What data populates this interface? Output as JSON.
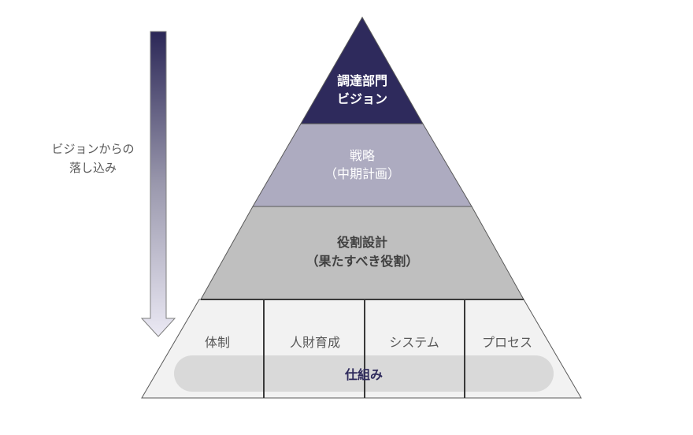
{
  "arrow": {
    "label_line1": "ビジョンからの",
    "label_line2": "落し込み"
  },
  "pyramid": {
    "tier1": {
      "line1": "調達部門",
      "line2": "ビジョン",
      "color": "#2e2a5c"
    },
    "tier2": {
      "line1": "戦略",
      "line2": "（中期計画）",
      "color": "#adabc0"
    },
    "tier3": {
      "line1": "役割設計",
      "line2": "（果たすべき役割）",
      "color": "#bfbfbf"
    },
    "tier4": {
      "columns": [
        "体制",
        "人財育成",
        "システム",
        "プロセス"
      ],
      "banner": "仕組み",
      "color": "#f2f2f2"
    }
  }
}
